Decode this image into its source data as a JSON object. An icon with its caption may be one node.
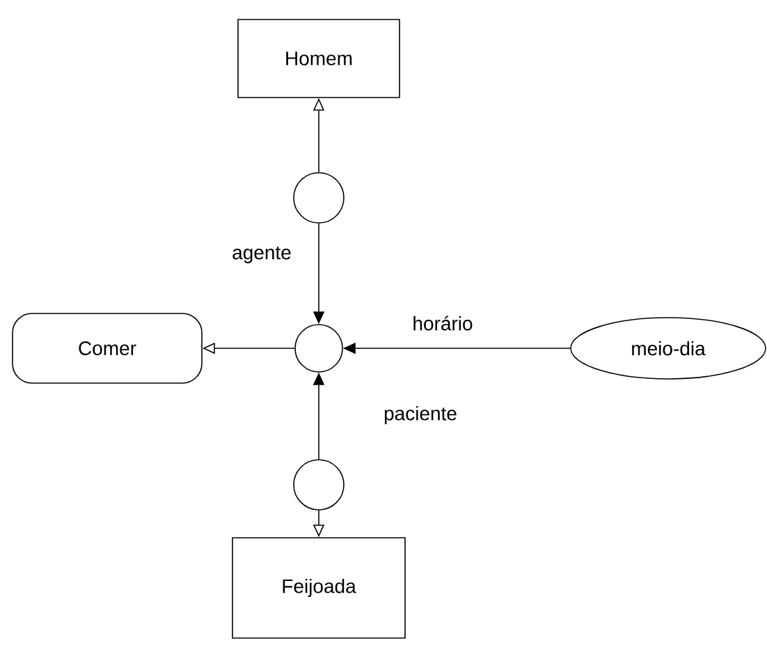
{
  "diagram": {
    "nodes": [
      {
        "text": [
          "Homem"
        ]
      },
      {
        "text": [],
        "shape": "circle"
      },
      {
        "text": [
          "Comer"
        ]
      },
      {
        "text": [],
        "shape": "circle"
      },
      {
        "text": [
          "meio-dia"
        ]
      },
      {
        "text": [],
        "shape": "circle"
      },
      {
        "text": [
          "Feijoada"
        ]
      }
    ],
    "edges": [
      {
        "from": 1,
        "to": 0,
        "arrow": "to"
      },
      {
        "from": 1,
        "to": 3,
        "arrow": "to",
        "label": "agente"
      },
      {
        "from": 3,
        "to": 2,
        "arrow": "to"
      },
      {
        "from": 4,
        "to": 3,
        "arrow": "to",
        "label": "horário"
      },
      {
        "from": 5,
        "to": 3,
        "arrow": "to",
        "label": "paciente"
      },
      {
        "from": 5,
        "to": 6,
        "arrow": "to"
      }
    ]
  }
}
